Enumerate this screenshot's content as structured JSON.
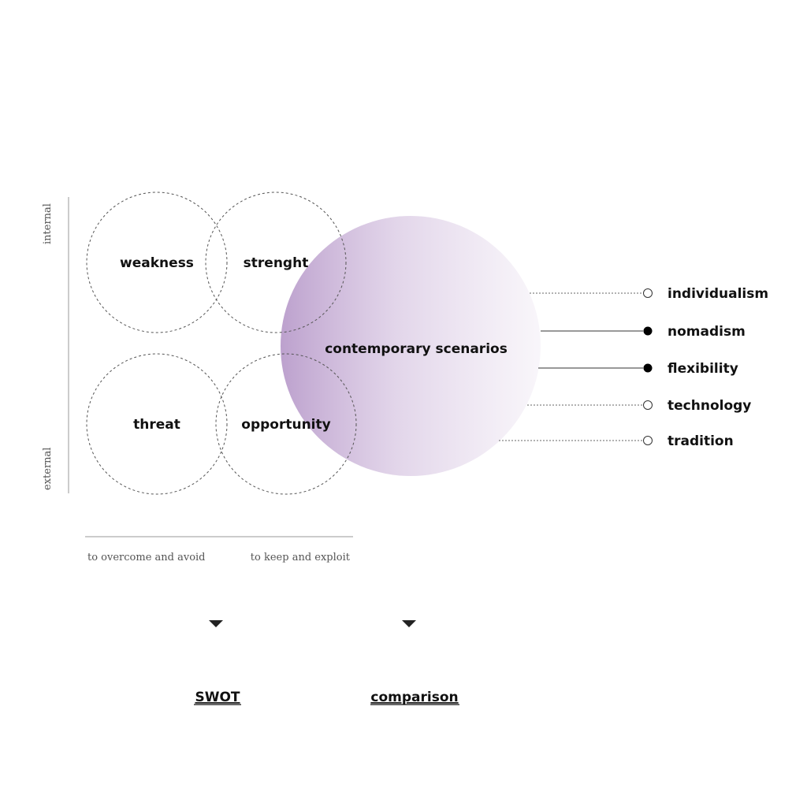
{
  "quadrants": {
    "weakness": "weakness",
    "strength": "strenght",
    "threat": "threat",
    "opportunity": "opportunity"
  },
  "center": {
    "label": "contemporary scenarios",
    "color": "#b99ccb"
  },
  "vertical_axis": {
    "top": "internal",
    "bottom": "external"
  },
  "horizontal_axis": {
    "left": "to overcome and avoid",
    "right": "to keep and exploit"
  },
  "factors": [
    {
      "label": "individualism",
      "marker": "open-circle",
      "line": "dashed"
    },
    {
      "label": "nomadism",
      "marker": "filled-circle",
      "line": "solid"
    },
    {
      "label": "flexibility",
      "marker": "filled-circle",
      "line": "solid"
    },
    {
      "label": "technology",
      "marker": "open-circle",
      "line": "dashed"
    },
    {
      "label": "tradition",
      "marker": "open-circle",
      "line": "dashed"
    }
  ],
  "outputs": {
    "swot": "SWOT",
    "comparison": "comparison"
  }
}
